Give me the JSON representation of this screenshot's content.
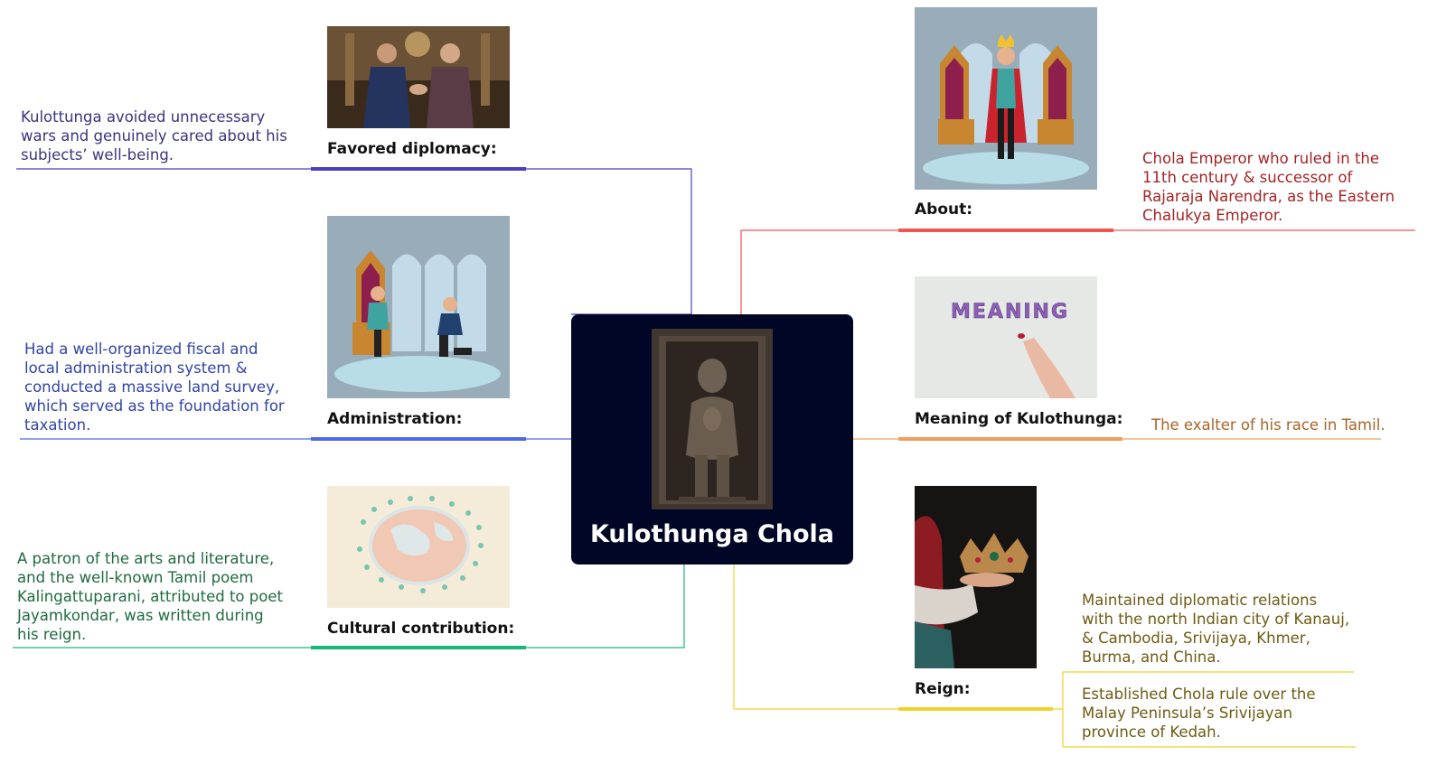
{
  "center": {
    "title": "Kulothunga Chola",
    "image": "stone-relief-statue-icon",
    "color": "#000726"
  },
  "topics": {
    "diplomacy": {
      "label": "Favored diplomacy:",
      "image": "two-kings-handshake-icon",
      "color": "#4a3fc4",
      "note": "Kulottunga avoided unnecessary wars and genuinely cared about his subjects’ well-being."
    },
    "administration": {
      "label": "Administration:",
      "image": "king-on-throne-kneeling-knight-icon",
      "color": "#4d6ae3",
      "note": "Had a well-organized fiscal and local administration system & conducted a massive land survey, which served as the foundation for taxation."
    },
    "culture": {
      "label": "Cultural contribution:",
      "image": "globe-with-people-icon",
      "color": "#17b877",
      "note": "A patron of the arts and literature, and the well-known Tamil poem Kalingattuparani, attributed to poet Jayamkondar, was written during his reign."
    },
    "about": {
      "label": "About:",
      "image": "king-with-crown-icon",
      "color": "#f25450",
      "note": "Chola Emperor who ruled in the 11th century & successor of Rajaraja Narendra, as the Eastern Chalukya Emperor."
    },
    "meaning": {
      "label": "Meaning of Kulothunga:",
      "image": "meaning-letters-icon",
      "image_text": "MEANING",
      "color": "#f0a05c",
      "note": "The exalter of his race in Tamil."
    },
    "reign": {
      "label": "Reign:",
      "image": "hands-holding-crown-icon",
      "color": "#f2d02a",
      "notes": [
        "Maintained diplomatic relations with the north Indian city of Kanauj, & Cambodia, Srivijaya, Khmer, Burma, and China.",
        "Established Chola rule over the Malay Peninsula’s Srivijayan province of Kedah."
      ]
    }
  }
}
